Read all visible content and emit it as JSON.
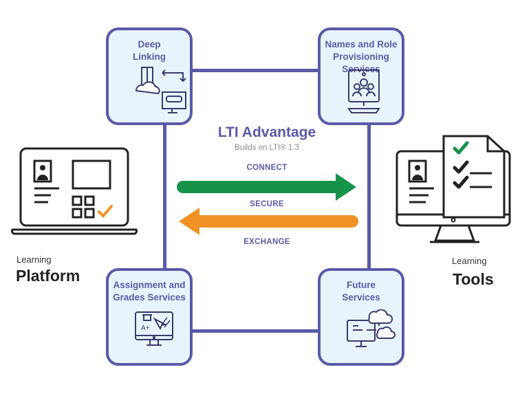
{
  "center": {
    "title": "LTI Advantage",
    "subtitle": "Builds on LTI® 1.3"
  },
  "flows": {
    "connect": "CONNECT",
    "secure": "SECURE",
    "exchange": "EXCHANGE"
  },
  "cards": {
    "deep_linking": "Deep\nLinking",
    "names_roles": "Names and Role\nProvisioning Services",
    "assignment_grades": "Assignment and\nGrades Services",
    "future_services": "Future\nServices"
  },
  "platform": {
    "small": "Learning",
    "big": "Platform"
  },
  "tools": {
    "small": "Learning",
    "big": "Tools"
  },
  "icons": {
    "deep_linking": "server-cloud-monitor-icon",
    "names_roles": "video-conference-users-icon",
    "assignment_grades": "grade-monitor-icon",
    "future_services": "cloud-network-monitor-icon",
    "platform": "laptop-icon",
    "tools": "monitor-checklist-icon"
  },
  "colors": {
    "accent": "#5a5aa8",
    "card_bg": "#e8f4fb",
    "connect_arrow": "#17924a",
    "exchange_arrow": "#f29226",
    "check_green": "#17924a",
    "check_orange": "#f29226"
  }
}
